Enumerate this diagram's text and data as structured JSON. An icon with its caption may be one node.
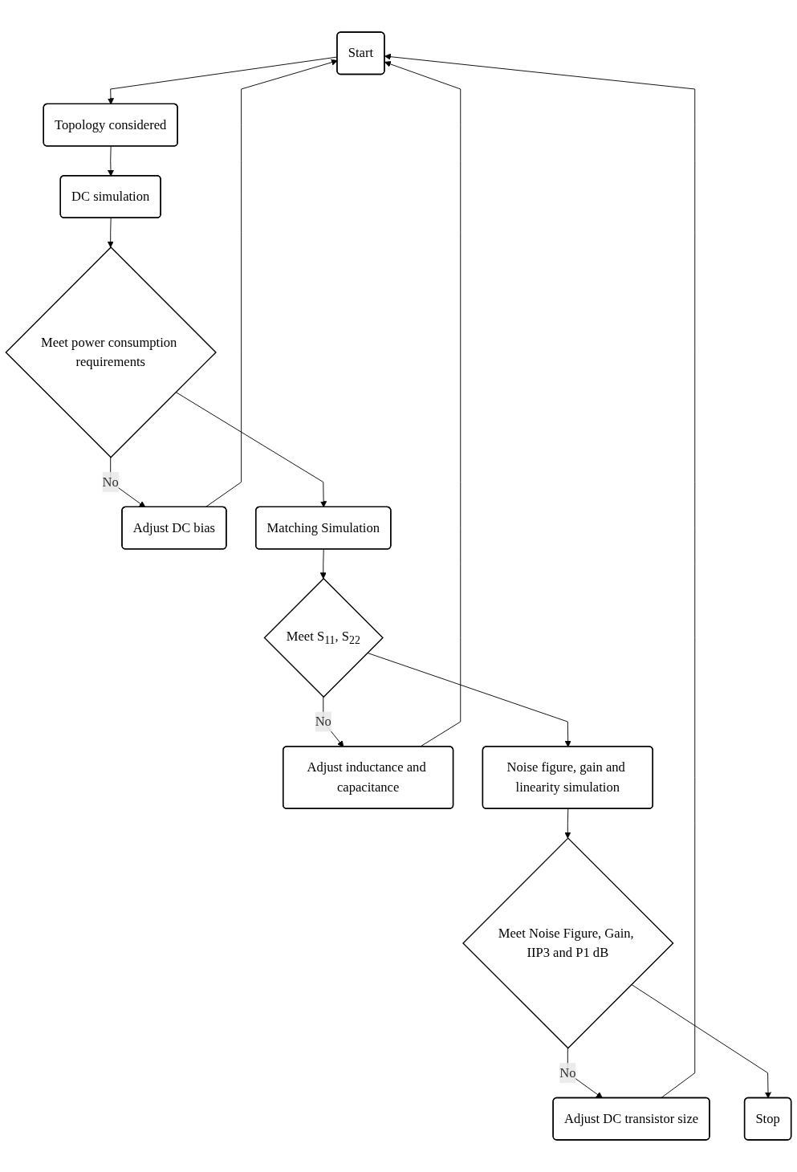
{
  "diagram": {
    "nodes": [
      {
        "text": [
          "Start"
        ]
      },
      {
        "text": [
          "Topology considered"
        ]
      },
      {
        "text": [
          "DC simulation"
        ]
      },
      {
        "text": [
          "Meet power consumption requirements"
        ]
      },
      {
        "text": [
          "Adjust DC bias"
        ]
      },
      {
        "text": [
          "Matching Simulation"
        ]
      },
      {
        "text": [
          "Meet S$_{11}$, S$_{22}$"
        ]
      },
      {
        "text": [
          "Adjust inductance and capacitance"
        ]
      },
      {
        "text": [
          "Noise figure, gain and linearity simulation"
        ]
      },
      {
        "text": [
          "Meet Noise Figure, Gain, IIP3 and P1 dB"
        ]
      },
      {
        "text": [
          "Adjust DC transistor size"
        ]
      },
      {
        "text": [
          "Stop"
        ]
      }
    ],
    "edges": [
      {
        "from": 0,
        "to": 1,
        "arrow": "to"
      },
      {
        "from": 1,
        "to": 2,
        "arrow": "to"
      },
      {
        "from": 2,
        "to": 3,
        "arrow": "to"
      },
      {
        "from": 3,
        "to": 4,
        "arrow": "to",
        "label": "No"
      },
      {
        "from": 4,
        "to": 0,
        "arrow": "to"
      },
      {
        "from": 3,
        "to": 5,
        "arrow": "to"
      },
      {
        "from": 5,
        "to": 6,
        "arrow": "to"
      },
      {
        "from": 6,
        "to": 7,
        "arrow": "to",
        "label": "No"
      },
      {
        "from": 7,
        "to": 0,
        "arrow": "to"
      },
      {
        "from": 6,
        "to": 8,
        "arrow": "to"
      },
      {
        "from": 8,
        "to": 9,
        "arrow": "to"
      },
      {
        "from": 9,
        "to": 10,
        "arrow": "to",
        "label": "No"
      },
      {
        "from": 10,
        "to": 0,
        "arrow": "to"
      },
      {
        "from": 9,
        "to": 11,
        "arrow": "to"
      }
    ]
  }
}
